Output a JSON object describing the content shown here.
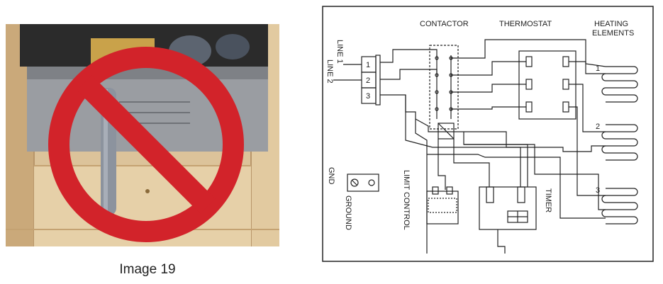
{
  "caption": "Image 19",
  "photo": {
    "no_symbol_color": "#d2232a"
  },
  "diagram": {
    "labels": {
      "contactor": "CONTACTOR",
      "thermostat": "THERMOSTAT",
      "heating_line1": "HEATING",
      "heating_line2": "ELEMENTS",
      "line1": "LINE 1",
      "line2": "LINE 2",
      "gnd": "GND",
      "ground": "GROUND",
      "limit_control": "LIMIT CONTROL",
      "timer": "TIMER"
    },
    "terminals": [
      "1",
      "2",
      "3"
    ],
    "elements": [
      "1",
      "2",
      "3"
    ]
  }
}
